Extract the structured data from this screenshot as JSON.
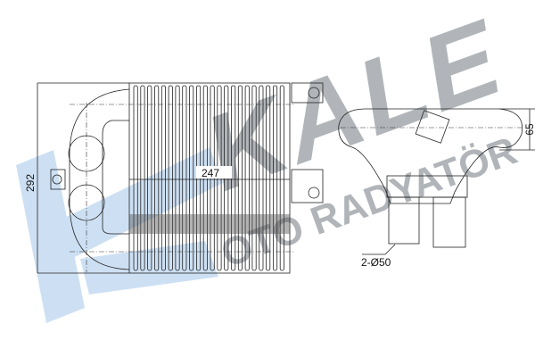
{
  "watermark": {
    "brand": "KALE",
    "subtitle": "OTO RADYATÖR",
    "brand_color": "#9aa0a6",
    "k_color": "#bcd6ee"
  },
  "front_view": {
    "height_dim": "292",
    "width_dim": "247"
  },
  "side_view": {
    "depth_dim": "65",
    "pipe_dim": "2-Ø50"
  },
  "fin_count": 22
}
